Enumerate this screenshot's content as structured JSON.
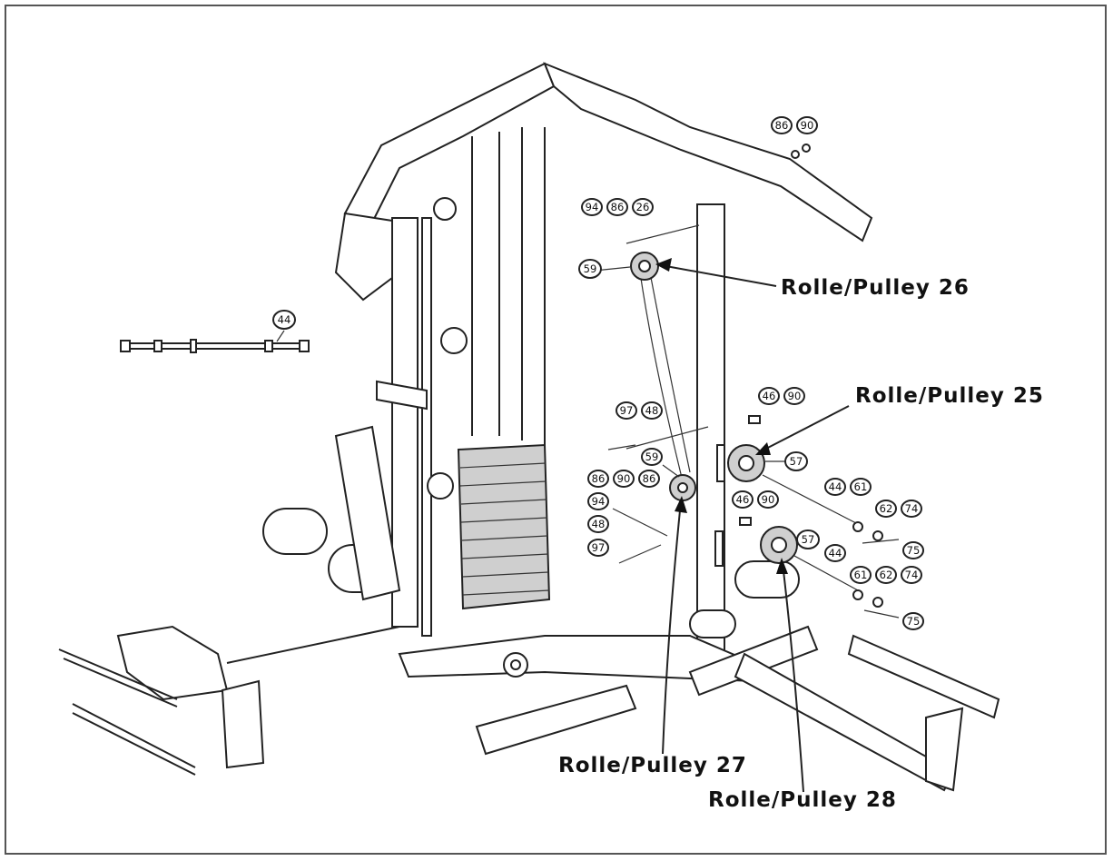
{
  "callouts": {
    "pulley_26": "Rolle/Pulley 26",
    "pulley_25": "Rolle/Pulley 25",
    "pulley_27": "Rolle/Pulley 27",
    "pulley_28": "Rolle/Pulley 28"
  },
  "part_numbers": {
    "p86_top": "86",
    "p90_top": "90",
    "p94_a": "94",
    "p86_a": "86",
    "p26_a": "26",
    "p59_a": "59",
    "p44_bar": "44",
    "p97_a": "97",
    "p48_a": "48",
    "p46_a": "46",
    "p90_a": "90",
    "p59_b": "59",
    "p57_a": "57",
    "p86_b": "86",
    "p90_b": "90",
    "p86_c": "86",
    "p94_b": "94",
    "p48_b": "48",
    "p97_b": "97",
    "p44_a": "44",
    "p61_a": "61",
    "p62_a": "62",
    "p74_a": "74",
    "p75_a": "75",
    "p46_b": "46",
    "p90_c": "90",
    "p57_b": "57",
    "p44_b": "44",
    "p61_b": "61",
    "p62_b": "62",
    "p74_b": "74",
    "p75_b": "75"
  }
}
